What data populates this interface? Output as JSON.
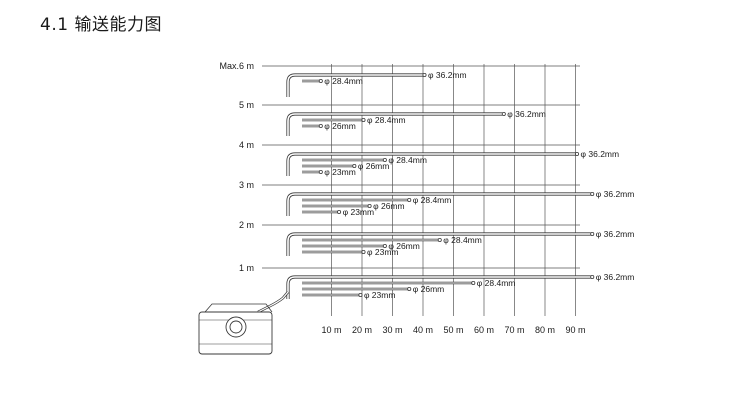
{
  "title": "4.1 输送能力图",
  "y_levels": [
    {
      "label": "Max.6 m",
      "height_m": 6
    },
    {
      "label": "5 m",
      "height_m": 5
    },
    {
      "label": "4 m",
      "height_m": 4
    },
    {
      "label": "3 m",
      "height_m": 3
    },
    {
      "label": "2 m",
      "height_m": 2
    },
    {
      "label": "1 m",
      "height_m": 1
    }
  ],
  "x_ticks": [
    "10 m",
    "20 m",
    "30 m",
    "40 m",
    "50 m",
    "60 m",
    "70 m",
    "80 m",
    "90 m"
  ],
  "pipe_groups": [
    {
      "height_m": 6,
      "pipes": [
        {
          "dia": "φ 36.2mm",
          "len_m": 40
        },
        {
          "dia": "φ 28.4mm",
          "len_m": 6
        }
      ]
    },
    {
      "height_m": 5,
      "pipes": [
        {
          "dia": "φ 36.2mm",
          "len_m": 66
        },
        {
          "dia": "φ 28.4mm",
          "len_m": 20
        },
        {
          "dia": "φ 26mm",
          "len_m": 6
        }
      ]
    },
    {
      "height_m": 4,
      "pipes": [
        {
          "dia": "φ 36.2mm",
          "len_m": 90
        },
        {
          "dia": "φ 28.4mm",
          "len_m": 27
        },
        {
          "dia": "φ 26mm",
          "len_m": 17
        },
        {
          "dia": "φ 23mm",
          "len_m": 6
        }
      ]
    },
    {
      "height_m": 3,
      "pipes": [
        {
          "dia": "φ 36.2mm",
          "len_m": 95
        },
        {
          "dia": "φ 28.4mm",
          "len_m": 35
        },
        {
          "dia": "φ 26mm",
          "len_m": 22
        },
        {
          "dia": "φ 23mm",
          "len_m": 12
        }
      ]
    },
    {
      "height_m": 2,
      "pipes": [
        {
          "dia": "φ 36.2mm",
          "len_m": 95
        },
        {
          "dia": "φ 28.4mm",
          "len_m": 45
        },
        {
          "dia": "φ 26mm",
          "len_m": 27
        },
        {
          "dia": "φ 23mm",
          "len_m": 20
        }
      ]
    },
    {
      "height_m": 1,
      "pipes": [
        {
          "dia": "φ 36.2mm",
          "len_m": 95
        },
        {
          "dia": "φ 28.4mm",
          "len_m": 56
        },
        {
          "dia": "φ 26mm",
          "len_m": 35
        },
        {
          "dia": "φ 23mm",
          "len_m": 19
        }
      ]
    }
  ],
  "colors": {
    "line": "#3a3a3a",
    "grid": "#555555",
    "text": "#1a1a1a"
  }
}
